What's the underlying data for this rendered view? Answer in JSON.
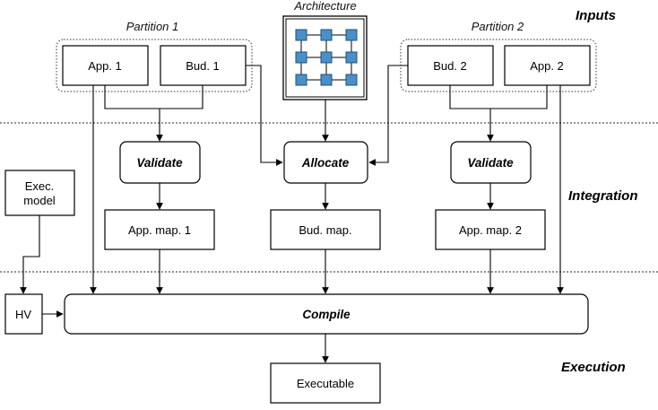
{
  "stages": {
    "inputs": "Inputs",
    "integration": "Integration",
    "execution": "Execution"
  },
  "inputs": {
    "partition1_label": "Partition 1",
    "partition2_label": "Partition 2",
    "architecture_label": "Architecture",
    "app1": "App. 1",
    "bud1": "Bud. 1",
    "bud2": "Bud. 2",
    "app2": "App. 2"
  },
  "integration": {
    "exec_model_line1": "Exec.",
    "exec_model_line2": "model",
    "validate1": "Validate",
    "allocate": "Allocate",
    "validate2": "Validate",
    "app_map1": "App. map. 1",
    "bud_map": "Bud. map.",
    "app_map2": "App. map. 2"
  },
  "execution": {
    "hv": "HV",
    "compile": "Compile",
    "executable": "Executable"
  },
  "colors": {
    "tile": "#4a90c8",
    "tile_border": "#1f4f7a",
    "architecture_bg": "#ffffff"
  }
}
